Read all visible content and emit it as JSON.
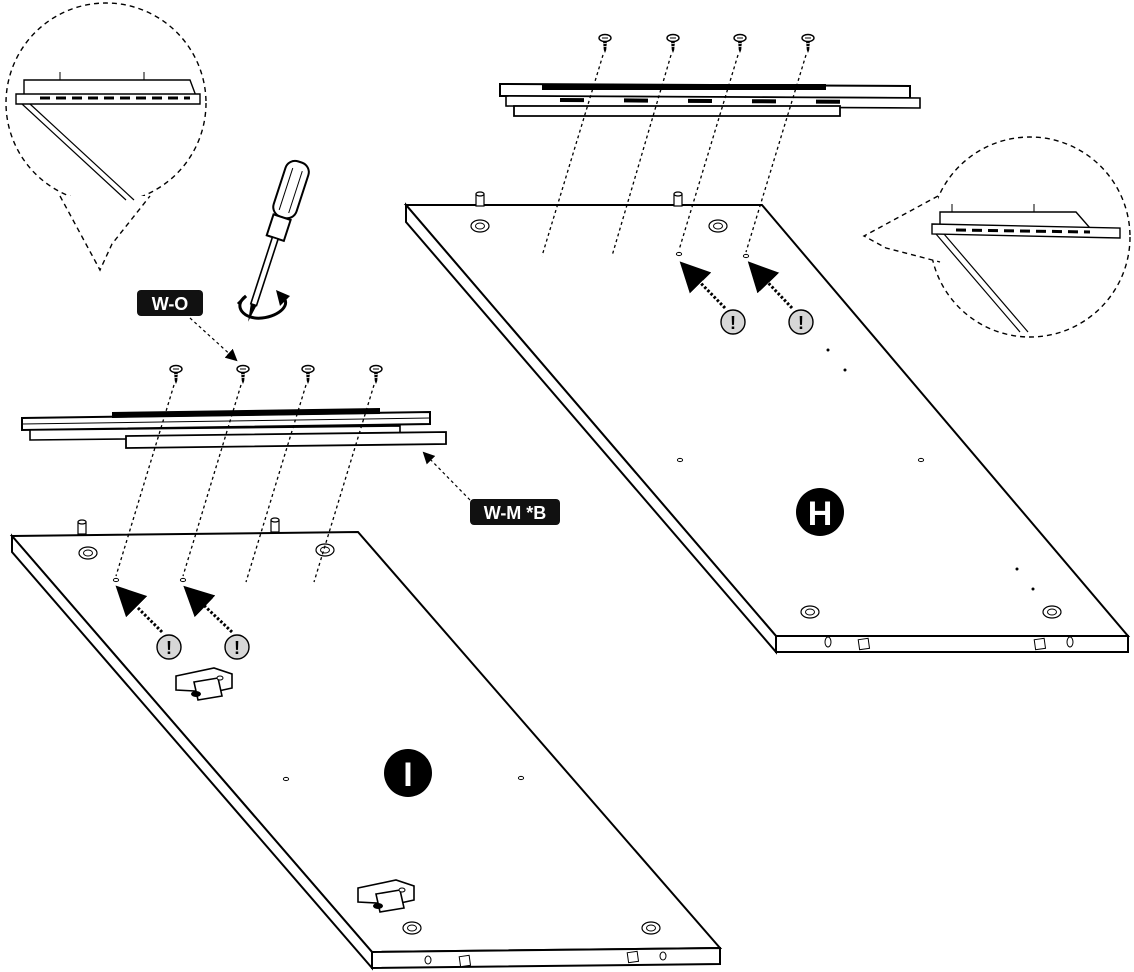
{
  "labels": {
    "wo": "W-O",
    "wm": "W-M *B",
    "panel_i": "I",
    "panel_h": "H",
    "warning": "!"
  },
  "colors": {
    "line": "#000000",
    "panel": "#ffffff",
    "badge_bg": "#111111",
    "badge_text": "#ffffff",
    "warning_bg": "#d7d7d7"
  },
  "icons": [
    "screwdriver-icon",
    "rotate-clockwise-icon",
    "screw-icon",
    "warning-icon",
    "zoom-callout-icon"
  ]
}
